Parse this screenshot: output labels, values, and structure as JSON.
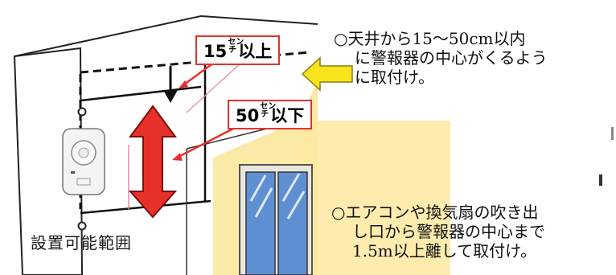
{
  "labels": {
    "top_distance": {
      "prefix": "15",
      "unit_top": "セン",
      "unit_bottom": "チ",
      "suffix": "以上"
    },
    "range_distance": {
      "prefix": "50",
      "unit_top": "セン",
      "unit_bottom": "チ",
      "suffix": "以下"
    }
  },
  "notes": {
    "ceiling": {
      "line1": "○天井から15～50cm以内",
      "line2": "に警報器の中心がくるよう",
      "line3": "に取付け。"
    },
    "aircon": {
      "line1": "○エアコンや換気扇の吹き出",
      "line2": "し口から警報器の中心まで",
      "line3": "1.5m以上離して取付け。"
    }
  },
  "caption": "設置可能範囲",
  "colors": {
    "wall": "#fbe9a6",
    "accent_red": "#e8302a",
    "pointer_yellow": "#f7e41a",
    "window_blue": "#5f8fd3"
  }
}
